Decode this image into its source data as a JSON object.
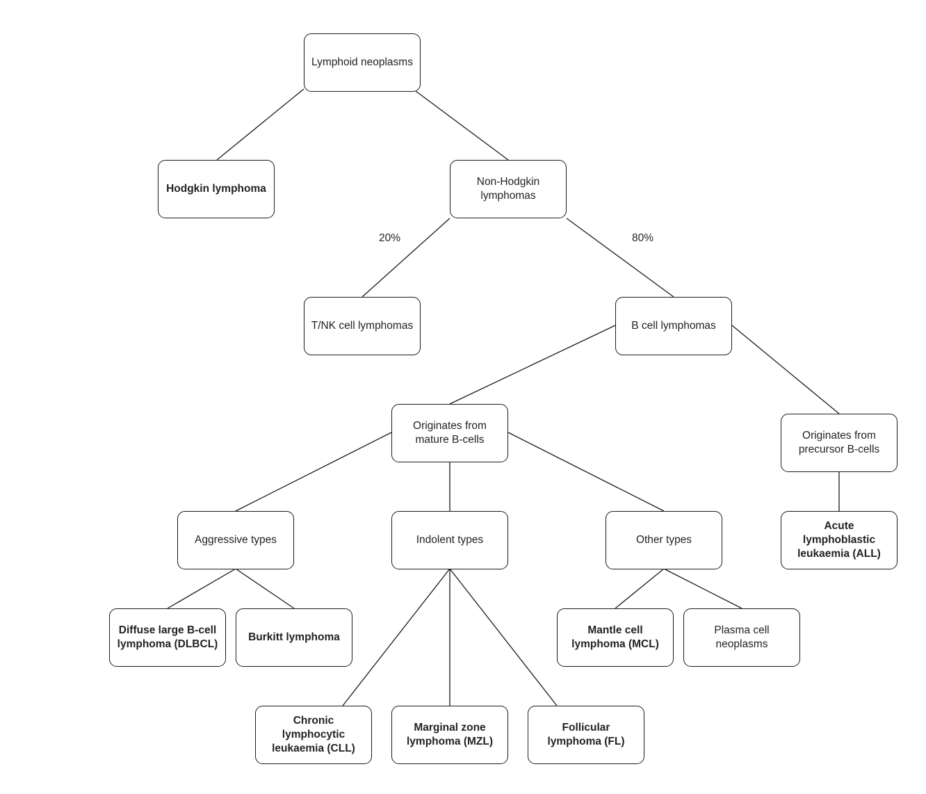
{
  "diagram": {
    "nodes": {
      "root": "Lymphoid neoplasms",
      "hodgkin": "Hodgkin lymphoma",
      "non_hodgkin": "Non-Hodgkin lymphomas",
      "tnk": "T/NK cell lymphomas",
      "bcell": "B cell lymphomas",
      "mature": "Originates from mature B-cells",
      "precursor": "Originates from precursor B-cells",
      "aggressive": "Aggressive types",
      "indolent": "Indolent types",
      "other": "Other types",
      "all": "Acute lymphoblastic leukaemia (ALL)",
      "dlbcl": "Diffuse large B-cell lymphoma (DLBCL)",
      "burkitt": "Burkitt lymphoma",
      "mcl": "Mantle cell lymphoma (MCL)",
      "plasma": "Plasma cell neoplasms",
      "cll": "Chronic lymphocytic leukaemia (CLL)",
      "mzl": "Marginal zone lymphoma (MZL)",
      "fl": "Follicular lymphoma (FL)"
    },
    "edge_labels": {
      "tnk_share": "20%",
      "bcell_share": "80%"
    }
  }
}
